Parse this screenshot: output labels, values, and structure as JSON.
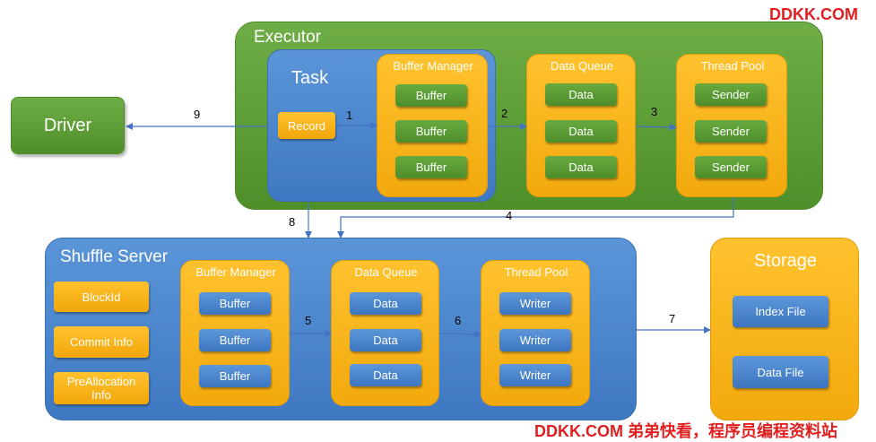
{
  "watermark_top": "DDKK.COM",
  "watermark_bottom": "DDKK.COM 弟弟快看，程序员编程资料站",
  "driver": "Driver",
  "executor": {
    "title": "Executor",
    "task": {
      "title": "Task",
      "record": "Record"
    },
    "buffer_manager": {
      "title": "Buffer Manager",
      "items": [
        "Buffer",
        "Buffer",
        "Buffer"
      ]
    },
    "data_queue": {
      "title": "Data Queue",
      "items": [
        "Data",
        "Data",
        "Data"
      ]
    },
    "thread_pool": {
      "title": "Thread Pool",
      "items": [
        "Sender",
        "Sender",
        "Sender"
      ]
    }
  },
  "shuffle_server": {
    "title": "Shuffle Server",
    "meta": [
      "BlockId",
      "Commit Info",
      "PreAllocation Info"
    ],
    "buffer_manager": {
      "title": "Buffer Manager",
      "items": [
        "Buffer",
        "Buffer",
        "Buffer"
      ]
    },
    "data_queue": {
      "title": "Data Queue",
      "items": [
        "Data",
        "Data",
        "Data"
      ]
    },
    "thread_pool": {
      "title": "Thread Pool",
      "items": [
        "Writer",
        "Writer",
        "Writer"
      ]
    }
  },
  "storage": {
    "title": "Storage",
    "items": [
      "Index File",
      "Data File"
    ]
  },
  "steps": [
    "1",
    "2",
    "3",
    "4",
    "5",
    "6",
    "7",
    "8",
    "9"
  ],
  "colors": {
    "green": "#5a9b33",
    "blue": "#4a84cc",
    "orange": "#f7b216",
    "watermark": "#e02020"
  }
}
